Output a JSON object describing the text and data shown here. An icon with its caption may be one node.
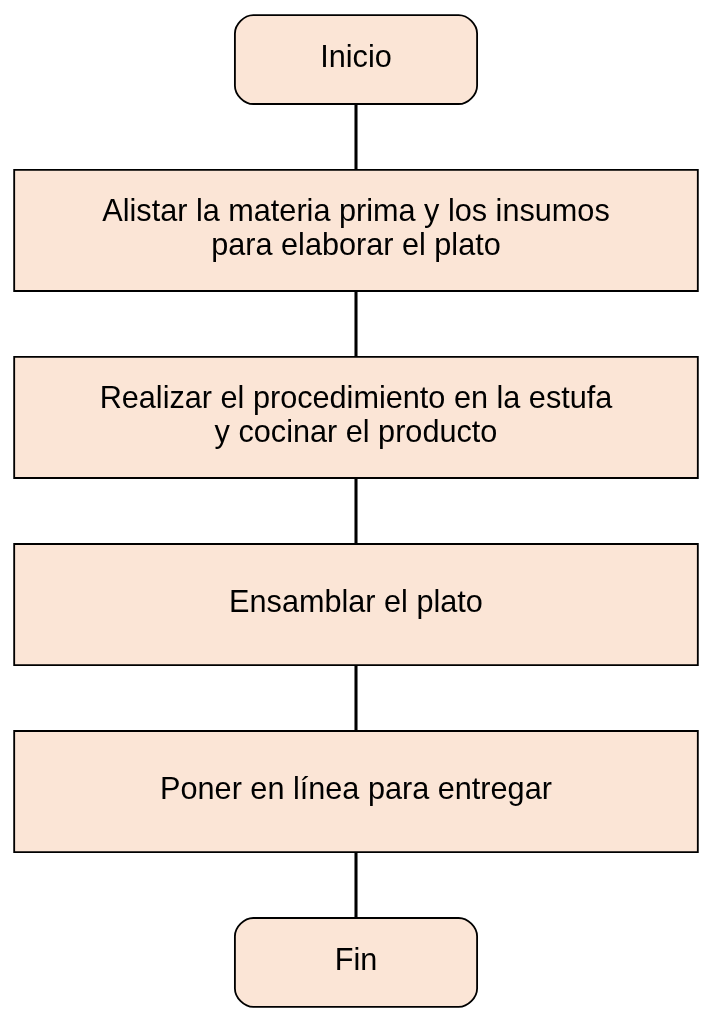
{
  "diagram": {
    "nodes": [
      {
        "text": [
          "Inicio"
        ]
      },
      {
        "text": [
          "Alistar la materia prima y los insumos para elaborar el plato"
        ]
      },
      {
        "text": [
          "Realizar el procedimiento en la estufa y cocinar el producto"
        ]
      },
      {
        "text": [
          "Ensamblar el plato"
        ]
      },
      {
        "text": [
          "Poner en línea para entregar"
        ]
      },
      {
        "text": [
          "Fin"
        ]
      }
    ],
    "edges": [
      {
        "from": 0,
        "to": 1,
        "arrow": "none"
      },
      {
        "from": 1,
        "to": 2,
        "arrow": "none"
      },
      {
        "from": 2,
        "to": 3,
        "arrow": "none"
      },
      {
        "from": 3,
        "to": 4,
        "arrow": "none"
      },
      {
        "from": 4,
        "to": 5,
        "arrow": "none"
      }
    ]
  }
}
